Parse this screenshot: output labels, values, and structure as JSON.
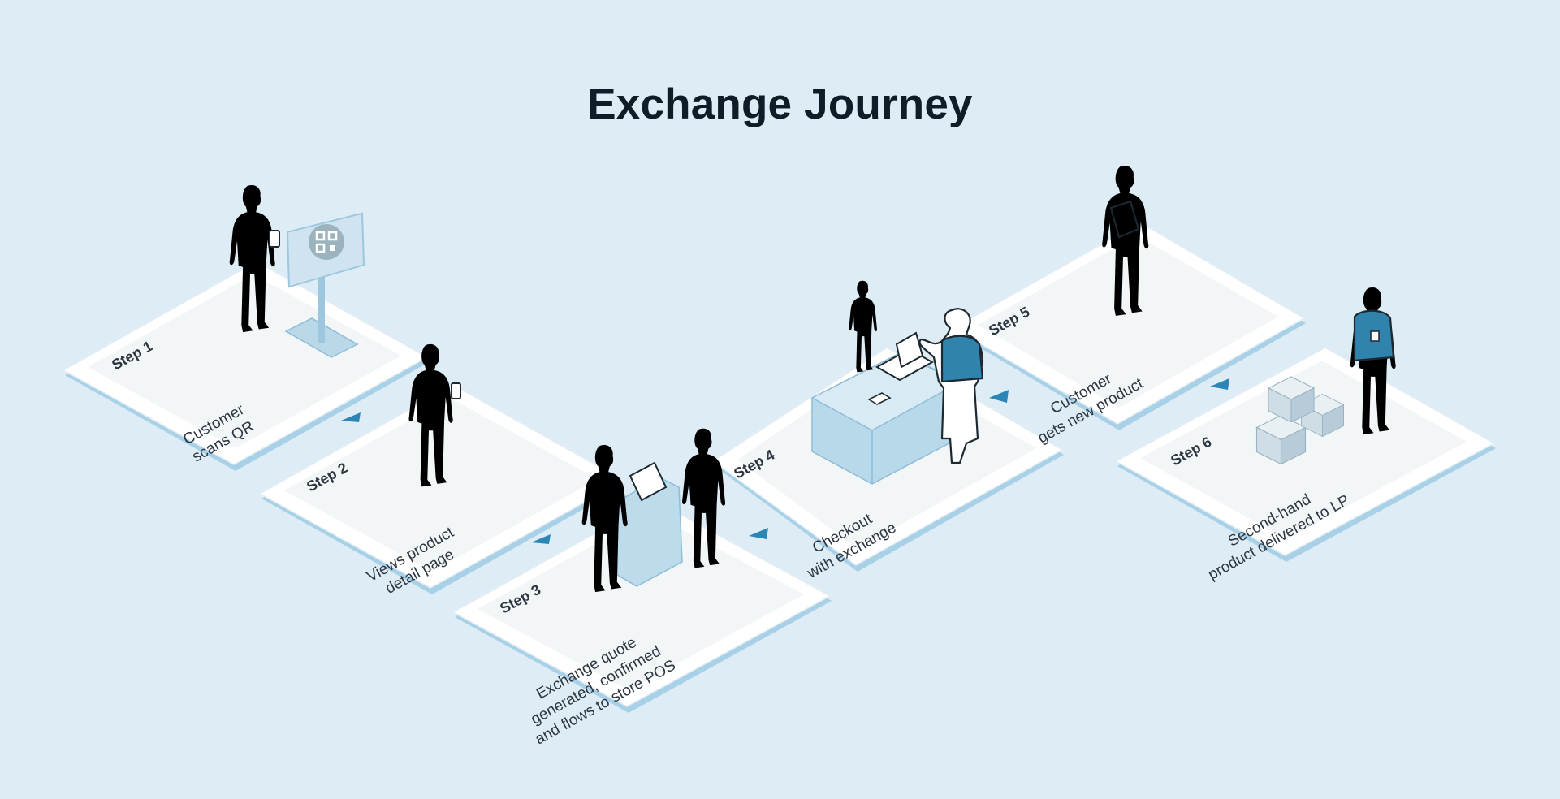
{
  "title": "Exchange Journey",
  "colors": {
    "background": "#deedf5",
    "platform_top": "#ffffff",
    "platform_edge": "#9fcbe2",
    "accent_blue": "#2f83ad",
    "arrow": "#2a86b6",
    "title_text": "#0f1d29"
  },
  "steps": [
    {
      "label": "Step 1",
      "caption": [
        "Customer",
        "scans QR"
      ],
      "icon": "qr-stand-icon"
    },
    {
      "label": "Step 2",
      "caption": [
        "Views product",
        "detail page"
      ],
      "icon": "phone-icon"
    },
    {
      "label": "Step 3",
      "caption": [
        "Exchange quote",
        "generated, confirmed",
        "and flows to store POS"
      ],
      "icon": "kiosk-icon"
    },
    {
      "label": "Step 4",
      "caption": [
        "Checkout",
        "with exchange"
      ],
      "icon": "checkout-counter-icon"
    },
    {
      "label": "Step 5",
      "caption": [
        "Customer",
        "gets new product"
      ],
      "icon": "shopping-bag-icon"
    },
    {
      "label": "Step 6",
      "caption": [
        "Second-hand",
        "product delivered to LP"
      ],
      "icon": "boxes-icon"
    }
  ]
}
